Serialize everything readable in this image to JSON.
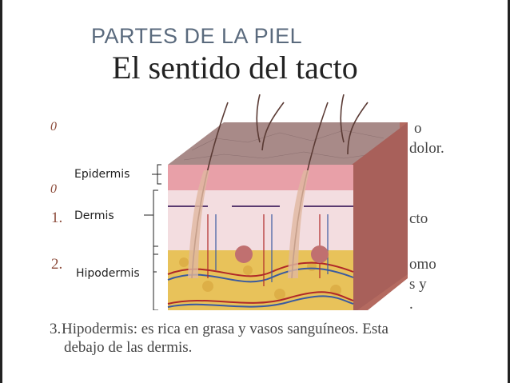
{
  "slide": {
    "subtitle": "PARTES DE LA PIEL",
    "title": "El sentido del tacto",
    "bullet_glyph": "0",
    "fragments": {
      "f1": "o",
      "f2": "dolor.",
      "f3": "cto",
      "f4": "omo",
      "f5": "s y",
      "f6": "."
    },
    "numbers": [
      "1.",
      "2.",
      "3."
    ],
    "item3": {
      "line1": "Hipodermis: es rica en grasa y vasos sanguíneos. Esta",
      "line2": "debajo de las dermis."
    }
  },
  "diagram": {
    "labels": {
      "epidermis": "Epidermis",
      "dermis": "Dermis",
      "hipodermis": "Hipodermis"
    },
    "colors": {
      "epidermis": "#e8a0a8",
      "dermis": "#f3dde0",
      "hipodermis": "#e8c25a",
      "surface": "#a88a88"
    }
  }
}
